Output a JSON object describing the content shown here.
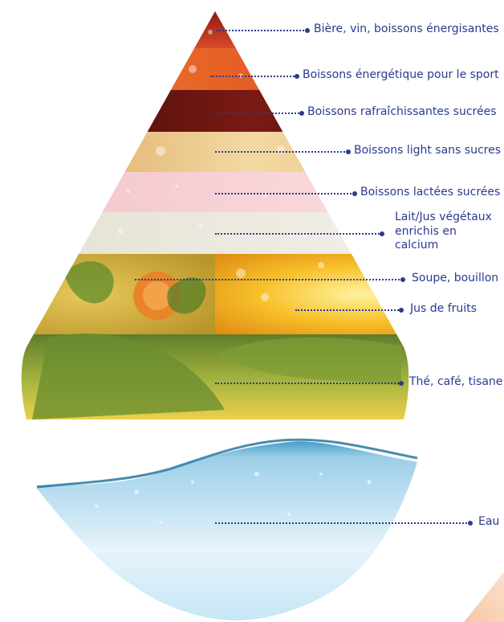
{
  "layers": [
    {
      "id": "biere",
      "label": "Bière, vin, boissons énergisantes"
    },
    {
      "id": "sport",
      "label": "Boissons énergétique pour le sport"
    },
    {
      "id": "rafraichissantes",
      "label": "Boissons rafraîchissantes sucrées"
    },
    {
      "id": "light",
      "label": "Boissons light sans sucres"
    },
    {
      "id": "lactees",
      "label": "Boissons lactées sucrées"
    },
    {
      "id": "lait",
      "label": "Lait/Jus végétaux enrichis en calcium"
    },
    {
      "id": "soupe",
      "label": "Soupe, bouillon"
    },
    {
      "id": "jus",
      "label": "Jus de fruits"
    },
    {
      "id": "the",
      "label": "Thé, café, tisane"
    },
    {
      "id": "eau",
      "label": "Eau"
    }
  ],
  "colors": {
    "label_text": "#2b3a8f",
    "band_biere": "#c0392b",
    "band_sport": "#e8631a",
    "band_rafraichissantes": "#5a0f10",
    "band_light": "#e9c07a",
    "band_lactees": "#f7d3d8",
    "band_lait": "#ece9df",
    "band_soupe": "#d8b33b",
    "band_jus": "#f2b51f",
    "band_the": "#9cae3a",
    "band_eau": "#cfe8f5"
  }
}
